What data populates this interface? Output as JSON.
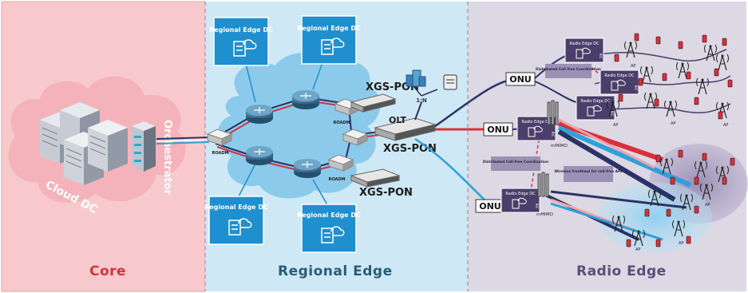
{
  "zones": {
    "core": {
      "label": "Core",
      "color": "#d9313c"
    },
    "regional": {
      "label": "Regional Edge",
      "color": "#2a5c78"
    },
    "radio": {
      "label": "Radio Edge",
      "color": "#5a4e78"
    }
  },
  "core": {
    "cloud_label": "Cloud DC",
    "orchestrator_label": "Orchestrator"
  },
  "regional": {
    "dc_label": "Regional Edge DC",
    "roadm_label": "ROADM",
    "xgs_pon_label": "XGS-PON",
    "olt_label": "OLT",
    "splitter_label": "1:N"
  },
  "radio": {
    "onu_label": "ONU",
    "radio_dc_label": "Radio Edge DC",
    "ric_label": "RIC",
    "coord_label_1": "Distributed Cell free Coordination",
    "coord_label_2": "Distributed Cell-free Coordination",
    "fronthaul_label": "Wireless fronthaul for cell-free APs",
    "mmimo_label": "mMIMO",
    "ap_label": "AP",
    "ap_sub": "1",
    "ap_n_sub": "N"
  },
  "colors": {
    "core_bg": "#f7c9cd",
    "regional_bg": "#cfe8f5",
    "radio_bg": "#dcd8e4",
    "fiber_red": "#d9313c",
    "fiber_navy": "#2c3266",
    "fiber_blue": "#2fa0d8",
    "dc_box": "#1f8fd0"
  }
}
